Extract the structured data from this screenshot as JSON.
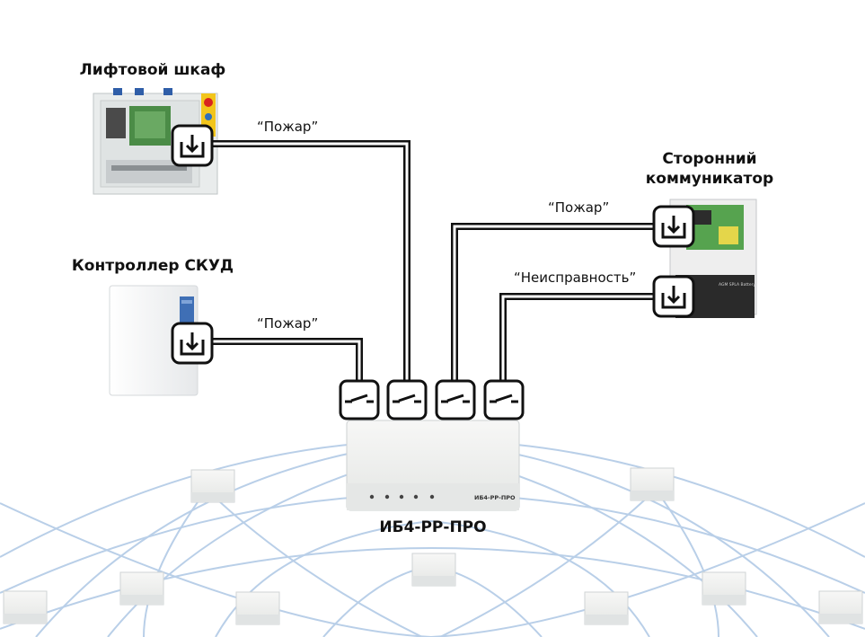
{
  "labels": {
    "lift_cabinet": "Лифтовой шкаф",
    "access_controller": "Контроллер СКУД",
    "third_party_line1": "Сторонний",
    "third_party_line2": "коммуникатор",
    "main_device": "ИБ4-РР-ПРО",
    "device_plate": "ИБ4-РР-ПРО"
  },
  "signals": {
    "lift_fire": "“Пожар”",
    "skud_fire": "“Пожар”",
    "comm_fire": "“Пожар”",
    "comm_fault": "“Неисправность”"
  },
  "icons": {
    "input": "input-arrow-icon",
    "relay": "relay-contact-icon"
  },
  "colors": {
    "wire": "#111111",
    "mesh": "#b9cfe8",
    "device": "#f1f2f1"
  }
}
